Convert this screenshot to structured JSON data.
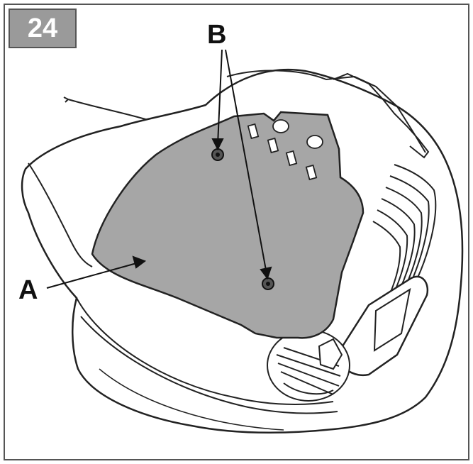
{
  "step_number": "24",
  "callouts": {
    "a": "A",
    "b": "B"
  },
  "colors": {
    "cover_fill": "#a6a6a6",
    "line": "#222222",
    "badge_fill": "#9a9a9a"
  }
}
